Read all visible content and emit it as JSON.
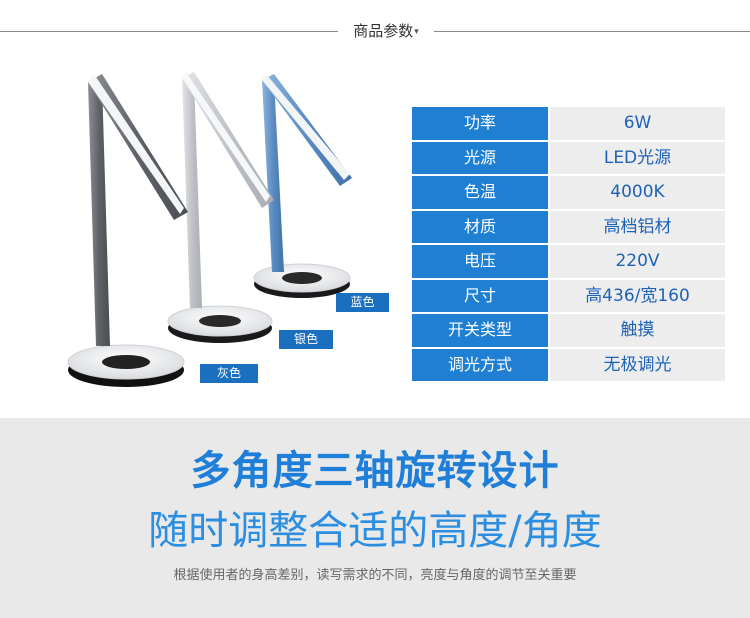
{
  "header": {
    "title": "商品参数",
    "arrow": "▾"
  },
  "labels": {
    "gray": "灰色",
    "silver": "银色",
    "blue": "蓝色"
  },
  "colors": {
    "accent": "#1e7fd3",
    "gray_lamp": "#6b6e73",
    "silver_lamp": "#c9cbcf",
    "blue_lamp": "#5c8fc4"
  },
  "specs": [
    {
      "key": "功率",
      "value": "6W"
    },
    {
      "key": "光源",
      "value": "LED光源"
    },
    {
      "key": "色温",
      "value": "4000K"
    },
    {
      "key": "材质",
      "value": "高档铝材"
    },
    {
      "key": "电压",
      "value": "220V"
    },
    {
      "key": "尺寸",
      "value": "高436/宽160"
    },
    {
      "key": "开关类型",
      "value": "触摸"
    },
    {
      "key": "调光方式",
      "value": "无极调光"
    }
  ],
  "banner": {
    "title": "多角度三轴旋转设计",
    "subtitle": "随时调整合适的高度/角度",
    "desc": "根据使用者的身高差别，读写需求的不同，亮度与角度的调节至关重要"
  }
}
